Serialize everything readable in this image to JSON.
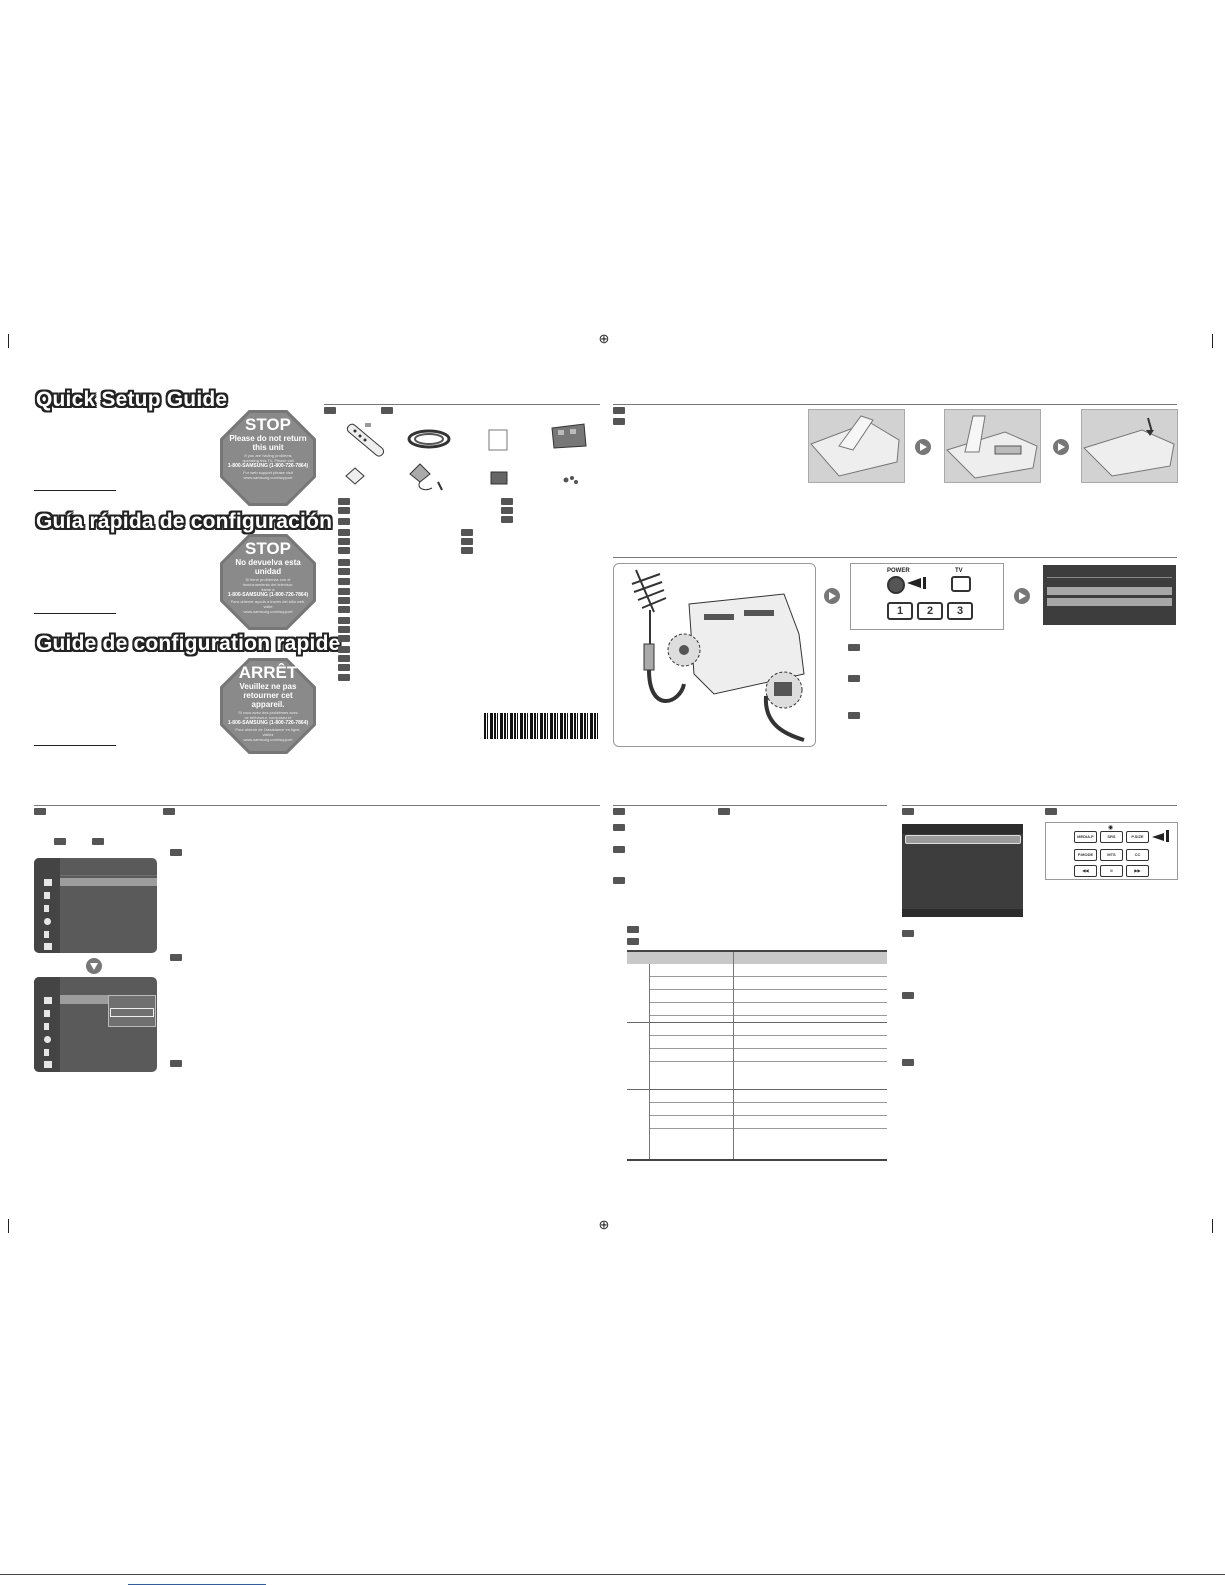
{
  "titles": {
    "english": "Quick Setup Guide",
    "spanish": "Guía rápida de configuración",
    "french": "Guide de configuration rapide"
  },
  "stop_signs": [
    {
      "headline": "STOP",
      "message": "Please do not return this unit",
      "note": "If you are having problems operating this TV, Please call",
      "phone": "1-800-SAMSUNG (1-800-726-7864)",
      "footer": "For web support please visit",
      "url": "www.samsung.com/support"
    },
    {
      "headline": "STOP",
      "message": "No devuelva esta unidad",
      "note": "Si tiene problemas con el funcionamiento del televisor, llame a",
      "phone": "1-800-SAMSUNG (1-800-726-7864)",
      "footer": "Para obtener ayuda a través del sitio web, visite",
      "url": "www.samsung.com/support"
    },
    {
      "headline": "ARRÊT",
      "message": "Veuillez ne pas retourner cet appareil.",
      "note": "Si vous avez des problèmes avec ce téléviseur, composez le",
      "phone": "1-800-SAMSUNG (1-800-726-7864)",
      "footer": "Pour obtenir de l'assistance en ligne, visitez",
      "url": "www.samsung.com/support"
    }
  ],
  "remote": {
    "power_label": "POWER",
    "tv_label": "TV",
    "keys": [
      "1",
      "2",
      "3"
    ],
    "buttons_row1": [
      "MEDIA.P",
      "SRS",
      "P.SIZE"
    ],
    "buttons_row2": [
      "P.MODE",
      "MTS",
      "CC"
    ],
    "buttons_row3": [
      "◀◀",
      "II",
      "▶▶"
    ]
  },
  "icons": {
    "registration": "registration-mark-icon",
    "arrow": "right-arrow-circle-icon",
    "down": "down-arrow-circle-icon"
  },
  "colors": {
    "title_outline": "#222222",
    "sign_grey": "#8a8a8a",
    "menu_dark": "#5a5a5a"
  }
}
